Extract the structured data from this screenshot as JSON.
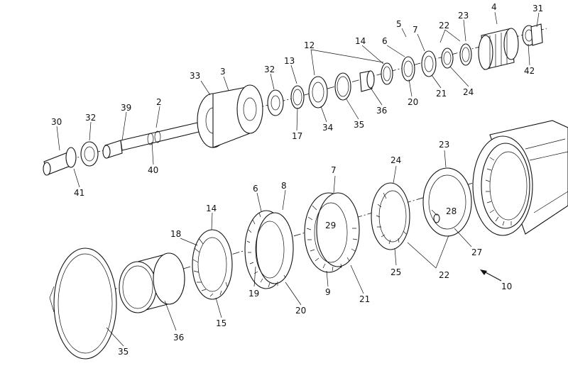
{
  "callouts": {
    "top": [
      "4",
      "31",
      "23",
      "5",
      "22",
      "7",
      "6",
      "14",
      "12",
      "13",
      "33",
      "3",
      "32",
      "39",
      "30",
      "2",
      "42",
      "24",
      "21",
      "20",
      "36",
      "35",
      "34",
      "17",
      "40",
      "41"
    ],
    "bottom": [
      "23",
      "24",
      "7",
      "6",
      "8",
      "14",
      "18",
      "29",
      "28",
      "27",
      "22",
      "25",
      "21",
      "9",
      "20",
      "19",
      "15",
      "36",
      "35",
      "10"
    ]
  }
}
